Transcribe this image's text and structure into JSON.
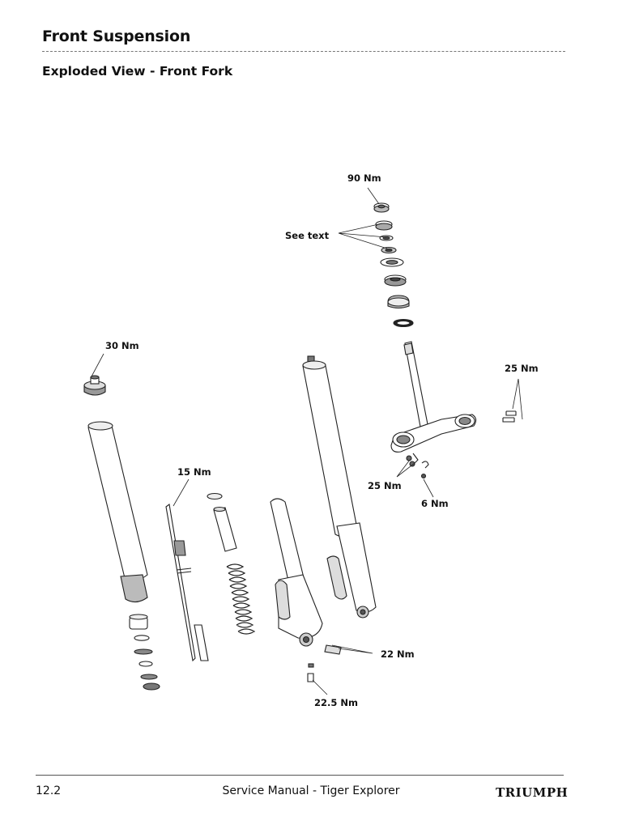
{
  "header": {
    "section_title": "Front Suspension",
    "subsection_title": "Exploded View - Front Fork"
  },
  "callouts": {
    "top_nut_torque": "90 Nm",
    "see_text": "See text",
    "top_cap_torque": "30 Nm",
    "clamp_bolts_torque": "25 Nm",
    "lower_clamp_torque": "25 Nm",
    "small_bolt_torque": "6 Nm",
    "damper_rod_torque": "15 Nm",
    "axle_clamp_torque": "22 Nm",
    "bottom_bolt_torque": "22.5 Nm"
  },
  "footer": {
    "page_number": "12.2",
    "manual_title": "Service Manual - Tiger Explorer",
    "brand": "TRIUMPH"
  }
}
